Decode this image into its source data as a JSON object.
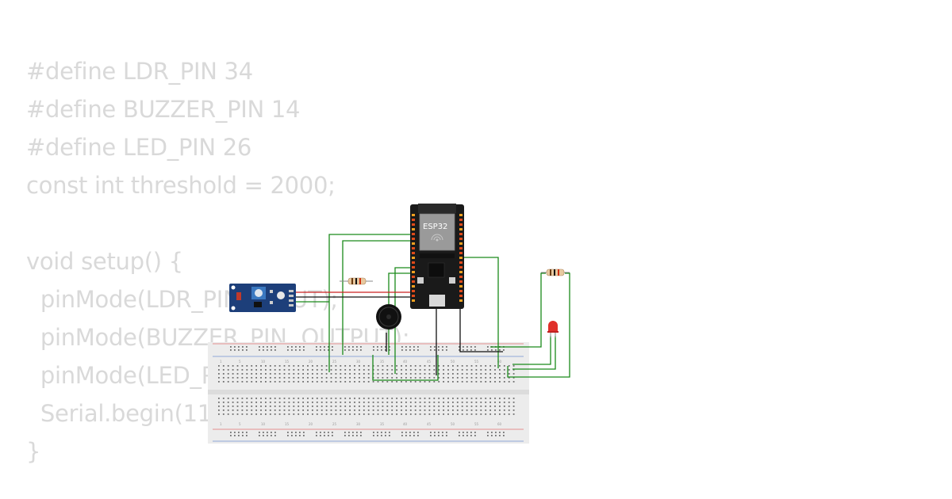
{
  "code": {
    "lines": [
      "#define LDR_PIN 34",
      "#define BUZZER_PIN 14",
      "#define LED_PIN 26",
      "const int threshold = 2000;",
      "",
      "void setup() {",
      "  pinMode(LDR_PIN, INPUT);",
      "  pinMode(BUZZER_PIN, OUTPUT);",
      "  pinMode(LED_PIN, OUTPUT);",
      "  Serial.begin(115200);",
      "}"
    ]
  },
  "circuit": {
    "mcu_label": "ESP32",
    "breadboard_columns": [
      "1",
      "5",
      "10",
      "15",
      "20",
      "25",
      "30",
      "35",
      "40",
      "45",
      "50",
      "55",
      "60"
    ],
    "colors": {
      "wire_green": "#1a8a1a",
      "wire_black": "#111111",
      "wire_red": "#cc2020",
      "board_dark": "#1a1a1a",
      "sensor_blue": "#1d3f7a",
      "led_red": "#e0302a",
      "breadboard": "#ececec"
    }
  }
}
